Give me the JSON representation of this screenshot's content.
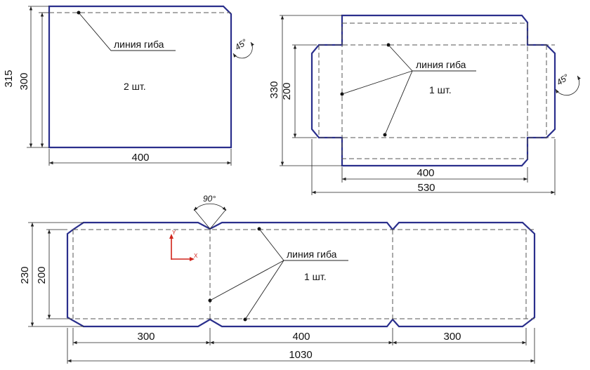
{
  "part1": {
    "dims": {
      "width": "400",
      "height": "300",
      "overall_height": "315"
    },
    "note": "линия гиба",
    "qty": "2 шт.",
    "angle": "45°"
  },
  "part2": {
    "dims": {
      "inner_width": "400",
      "overall_width": "530",
      "height": "200",
      "overall_height": "330"
    },
    "note": "линия гиба",
    "qty": "1 шт.",
    "angle": "45°"
  },
  "part3": {
    "dims": {
      "left": "300",
      "middle": "400",
      "right": "300",
      "total": "1030",
      "height": "200",
      "overall_height": "230"
    },
    "note": "линия гиба",
    "qty": "1 шт.",
    "angle": "90°",
    "axes": {
      "y": "Y",
      "x": "X"
    }
  }
}
